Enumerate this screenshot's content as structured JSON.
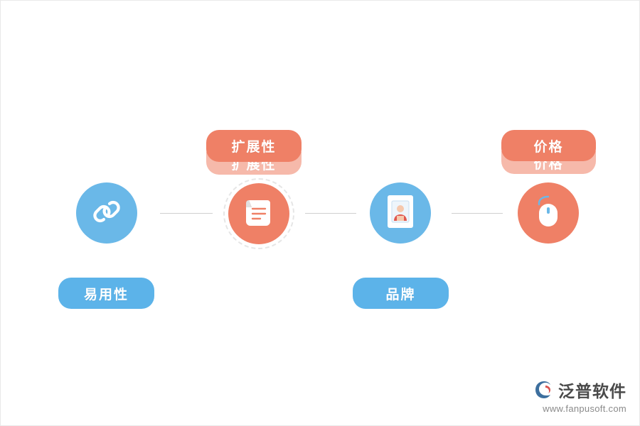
{
  "diagram": {
    "title": "",
    "colors": {
      "blue": "#5cb3e9",
      "node_blue": "#6ab8e8",
      "orange": "#ef8066",
      "connector": "#cfcfcf",
      "background": "#ffffff"
    },
    "nodes": [
      {
        "id": "node-1",
        "icon": "chain-link-icon",
        "color": "#6ab8e8",
        "label": "易用性",
        "label_color": "#5cb3e9",
        "label_position": "below"
      },
      {
        "id": "node-2",
        "icon": "scroll-document-icon",
        "color": "#ef8066",
        "label": "扩展性",
        "label_color": "#ef8066",
        "label_position": "above",
        "highlighted": true
      },
      {
        "id": "node-3",
        "icon": "id-card-icon",
        "color": "#6ab8e8",
        "label": "品牌",
        "label_color": "#5cb3e9",
        "label_position": "below"
      },
      {
        "id": "node-4",
        "icon": "computer-mouse-icon",
        "color": "#ef8066",
        "label": "价格",
        "label_color": "#ef8066",
        "label_position": "above"
      }
    ]
  },
  "watermark": {
    "name": "泛普软件",
    "url": "www.fanpusoft.com",
    "logo": "fanpu-logo-icon"
  }
}
